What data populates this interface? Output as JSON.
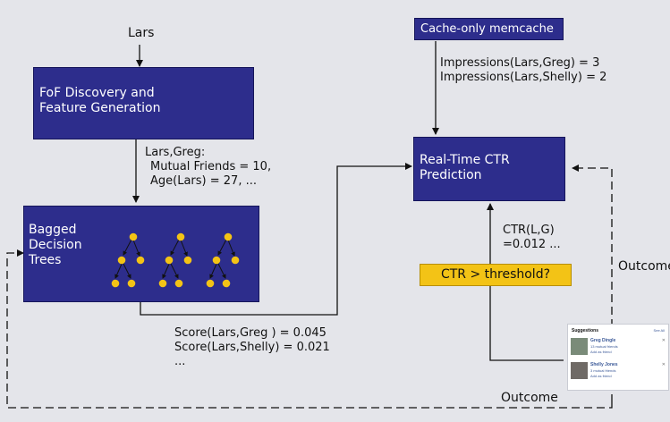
{
  "start_label": "Lars",
  "fof_box": {
    "line1": "FoF Discovery and",
    "line2": "Feature Generation"
  },
  "features": {
    "line1": "Lars,Greg:",
    "line2": "Mutual Friends = 10,",
    "line3": "Age(Lars) = 27, ..."
  },
  "trees_box": {
    "line1": "Bagged",
    "line2": "Decision",
    "line3": "Trees"
  },
  "scores": {
    "line1": "Score(Lars,Greg ) = 0.045",
    "line2": "Score(Lars,Shelly) = 0.021",
    "line3": "..."
  },
  "memcache_box": "Cache-only memcache",
  "impressions": {
    "line1": "Impressions(Lars,Greg) = 3",
    "line2": "Impressions(Lars,Shelly) = 2"
  },
  "ctr_box": {
    "line1": "Real-Time CTR",
    "line2": "Prediction"
  },
  "ctr_value": {
    "line1": "CTR(L,G)",
    "line2": "=0.012 ..."
  },
  "threshold": "CTR > threshold?",
  "outcome_right": "Outcome",
  "outcome_bottom": "Outcome",
  "suggestions_card": {
    "header": "Suggestions",
    "see_all": "See All",
    "items": [
      {
        "name": "Greg Dingle",
        "mutual": "13 mutual friends",
        "action": "Add as friend"
      },
      {
        "name": "Shelly Jones",
        "mutual": "3 mutual friends",
        "action": "Add as friend"
      }
    ]
  },
  "colors": {
    "box_fill": "#2d2d8c",
    "highlight": "#f3c316",
    "tree_node": "#f3c316",
    "background": "#e4e5ea"
  }
}
